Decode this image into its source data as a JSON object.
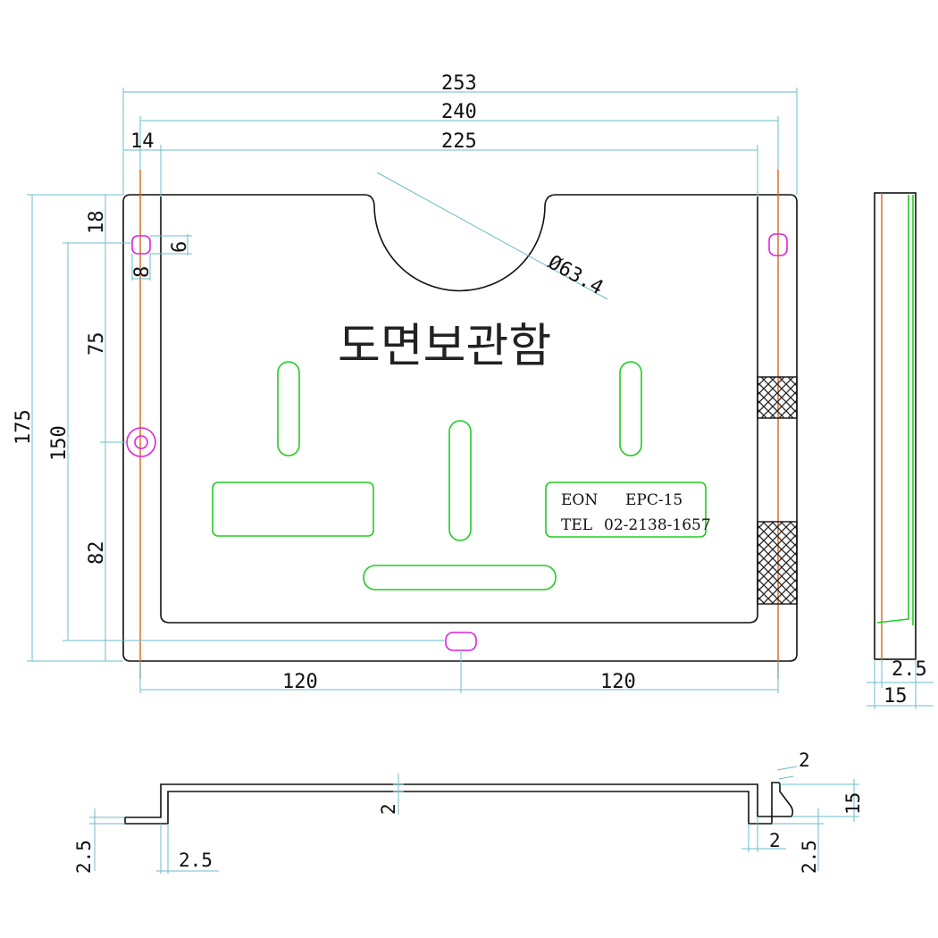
{
  "drawing": {
    "title": "도면보관함",
    "label_plate": {
      "line1_left": "EON",
      "line1_right": "EPC-15",
      "line2_left": "TEL",
      "line2_right": "02-2138-1657"
    },
    "top_view": {
      "dim_overall_width": "253",
      "dim_inner_width": "240",
      "dim_opening_width": "225",
      "dim_flange": "14",
      "dim_hole_diameter": "Ø63.4",
      "dim_overall_height": "175",
      "dim_hole_spacing": "150",
      "dim_top_offset": "18",
      "dim_upper_span": "75",
      "dim_lower_span": "82",
      "dim_slot_width": "6",
      "dim_slot_height": "8",
      "dim_bottom_left": "120",
      "dim_bottom_right": "120"
    },
    "side_view": {
      "dim_thickness": "2.5",
      "dim_depth": "15"
    },
    "section_view": {
      "dim_left_step": "2.5",
      "dim_left_lip": "2.5",
      "dim_plate": "2",
      "dim_right_top": "2",
      "dim_right_height": "15",
      "dim_right_inner": "2",
      "dim_right_step": "2.5"
    }
  }
}
